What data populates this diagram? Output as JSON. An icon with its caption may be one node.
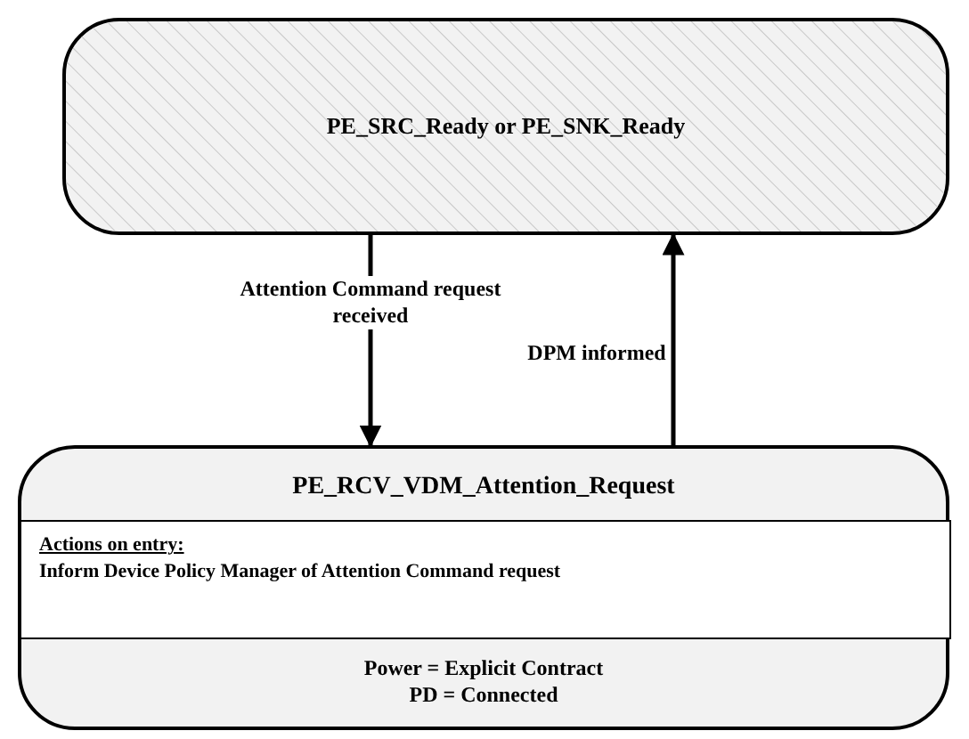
{
  "diagram": {
    "nodes": [
      {
        "text": [
          "PE_SRC_Ready or PE_SNK_Ready"
        ]
      },
      {
        "text": [
          "PE_RCV_VDM_Attention_Request",
          "Power = Explicit Contract",
          "PD = Connected"
        ]
      },
      {
        "text": [
          "Actions on entry:",
          "Inform Device Policy Manager of Attention Command request"
        ],
        "in": 1
      }
    ],
    "edges": [
      {
        "from": 0,
        "to": 1,
        "arrow": "to",
        "label": "Attention Command request received"
      },
      {
        "from": 1,
        "to": 0,
        "arrow": "to",
        "label": "DPM informed"
      }
    ]
  }
}
